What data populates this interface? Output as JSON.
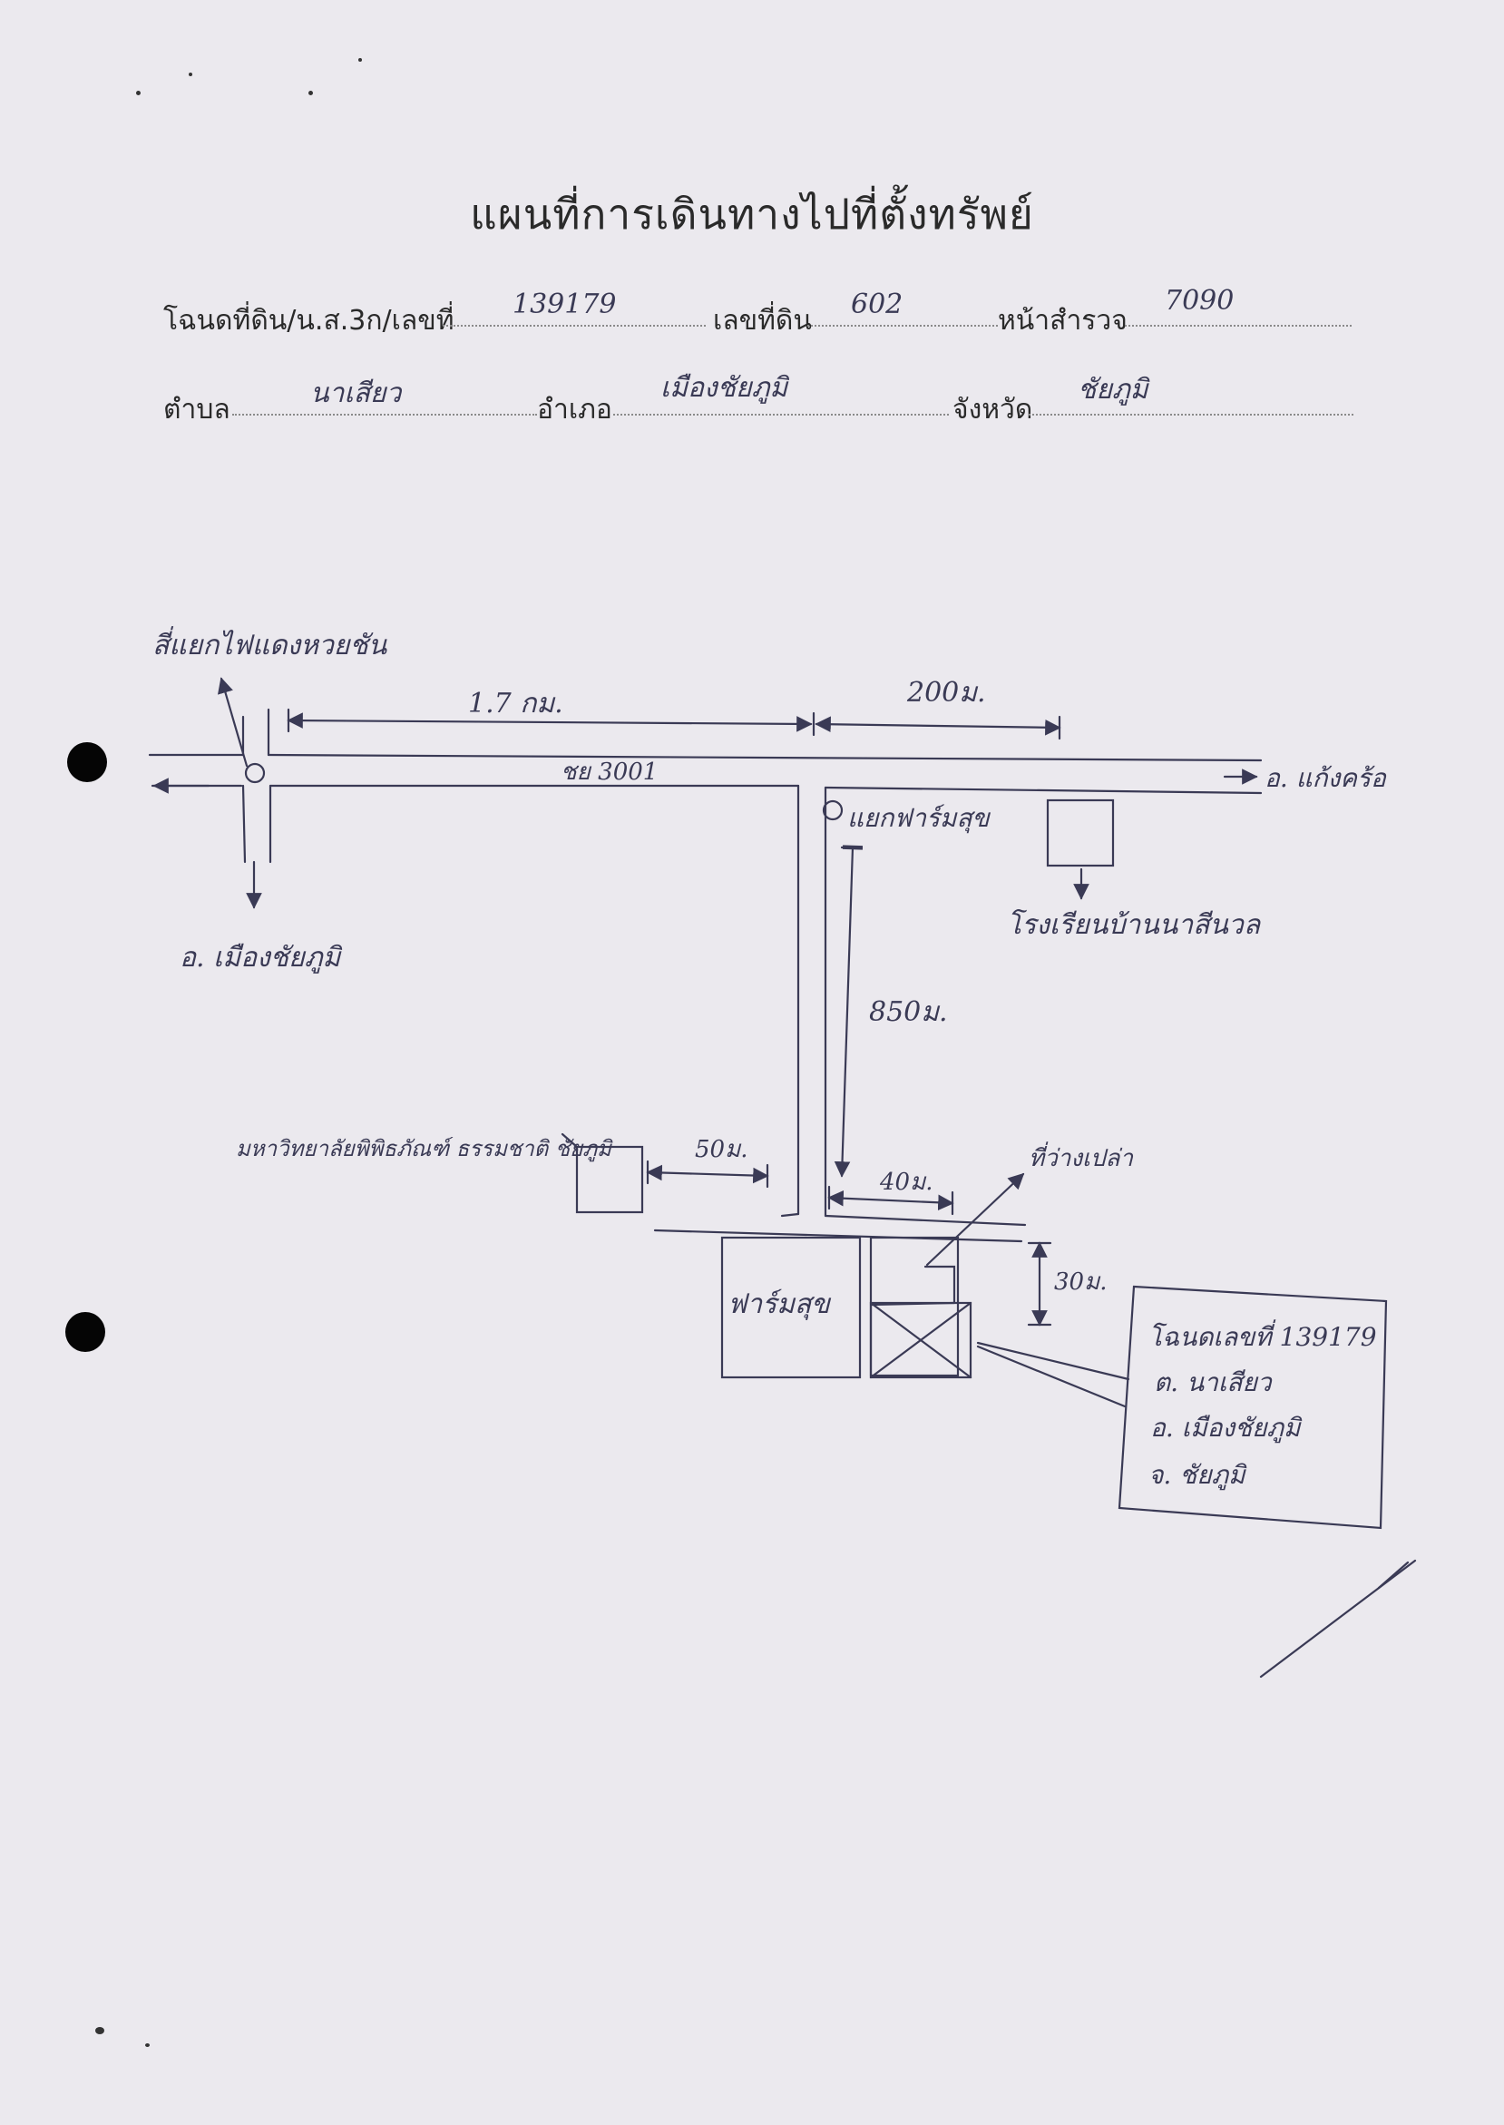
{
  "document": {
    "title": "แผนที่การเดินทางไปที่ตั้งทรัพย์"
  },
  "fields": {
    "deed_label": "โฉนดที่ดิน/น.ส.3ก/เลขที่",
    "deed_value": "139179",
    "land_no_label": "เลขที่ดิน",
    "land_no_value": "602",
    "survey_page_label": "หน้าสำรวจ",
    "survey_page_value": "7090",
    "subdistrict_label": "ตำบล",
    "subdistrict_value": "นาเสียว",
    "district_label": "อำเภอ",
    "district_value": "เมืองชัยภูมิ",
    "province_label": "จังหวัด",
    "province_value": "ชัยภูมิ"
  },
  "map": {
    "intersection_label": "สี่แยกไฟแดงหวยชัน",
    "dist_1": "1.7 กม.",
    "dist_2": "200ม.",
    "road_label": "ชย 3001",
    "to_east": "อ. แก้งคร้อ",
    "to_south": "อ. เมืองชัยภูมิ",
    "junction_label": "แยกฟาร์มสุข",
    "school_label": "โรงเรียนบ้านนาสีนวล",
    "dist_3": "850ม.",
    "museum_label": "มหาวิทยาลัยพิพิธภัณฑ์ ธรรมชาติ ชัยภูมิ",
    "dist_4": "50ม.",
    "dist_5": "40ม.",
    "empty_land_label": "ที่ว่างเปล่า",
    "dist_6": "30ม.",
    "farm_label": "ฟาร์มสุข",
    "info_deed": "โฉนดเลขที่ 139179",
    "info_subdistrict": "ต. นาเสียว",
    "info_district": "อ. เมืองชัยภูมิ",
    "info_province": "จ. ชัยภูมิ"
  }
}
